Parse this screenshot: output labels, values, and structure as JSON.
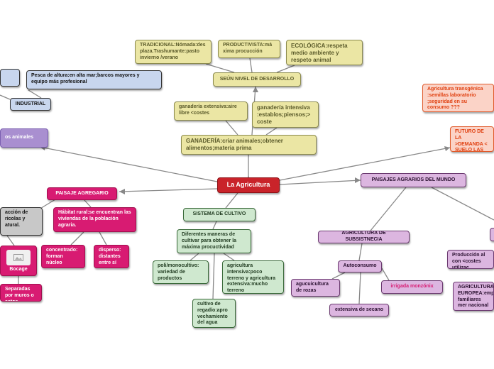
{
  "central": "La Agricultura",
  "desarrollo": {
    "hub": "SEÚN NIVEL DE DESARROLLO",
    "tradicional": "TRADICIONAL:Nómada:des plaza.Trashumante:pasto invierno /verano",
    "productivista": "PRODUCTIVISTA:má xima procucción",
    "ecologica": "ECOLÓGICA:respeta medio ambiente y respeto animal"
  },
  "ganaderia": {
    "hub": "GANADERÍA:criar animales;obtener alimentos;materia prima",
    "extensiva": "ganadería extensiva:aire libre <costes",
    "intensiva": "ganadería intensiva :establos;piensos;> coste"
  },
  "pesca": {
    "altura": "Pesca de altura:en alta mar;barcos mayores y equipo más profesional",
    "industrial": "INDUSTRIAL",
    "animales": "os animales"
  },
  "agregario": {
    "hub": "PAISAJE AGREGARIO",
    "accion": "acción de ricolas y atural.",
    "habitat": "Hábitat rural:se encuentran las viviendas de la población agraria.",
    "concentrado": "concentrado: forman núcleo",
    "disperso": "disperso: distantes entre sí",
    "bocage": "Bocage",
    "separadas": "Separadas por muros o setos"
  },
  "cultivo": {
    "hub": "SISTEMA DE CULTIVO",
    "maneras": "Diferentes maneras de cultivar para obtener la máxima procuctividad",
    "poli": "poli/monocultivo: variedad de productos",
    "intensiva": "agricultura intensiva:poco terreno y agricultura extensiva:mucho terreno",
    "regadio": "cultivo de regadío:apro vechamiento del agua"
  },
  "mundo": {
    "hub": "PAISAJES AGRARIOS DEL MUNDO",
    "subsistencia": "AGRICULTURA DE SUBSISTNECIA",
    "autoconsumo": "Autoconsumo",
    "agucultura": "agucuicultura de rozas",
    "irrigada": "irrigada monzónix",
    "secano": "extensiva de secano",
    "produccion": "Producción al con <costes utilizac",
    "europea": "AGRICULTURA EUROPEA:empr familiares mer nacional"
  },
  "futuro": {
    "transgenica": "Agricultura transgénica :semillas laboratorio ;seguridad en su consumo ???",
    "futuro": "FUTURO DE LA >DEMANDA < SUELO LAS TE"
  }
}
